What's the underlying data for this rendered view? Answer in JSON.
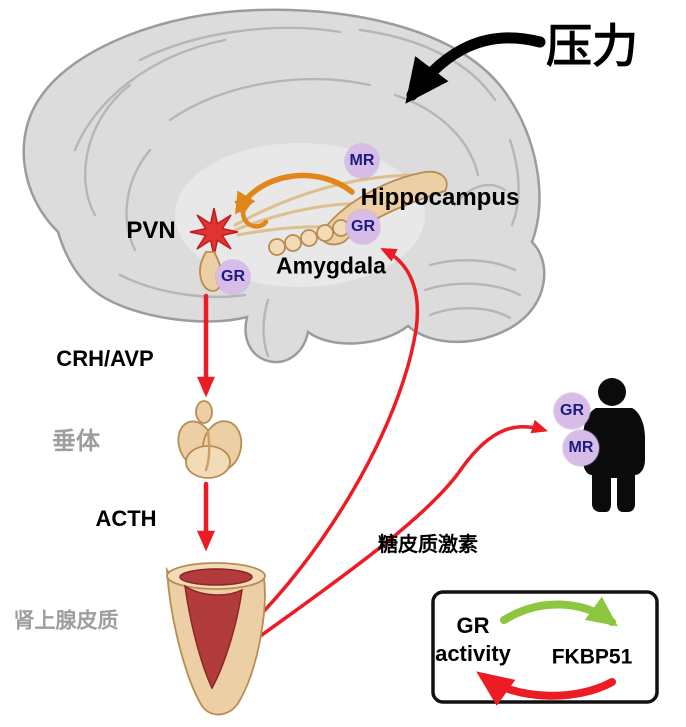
{
  "diagram": {
    "stress_label": "压力",
    "brain": {
      "pvn": "PVN",
      "hippocampus": "Hippocampus",
      "amygdala": "Amygdala",
      "mr": "MR",
      "gr_hippocampus": "GR",
      "gr_pvn": "GR"
    },
    "axis": {
      "crh_avp": "CRH/AVP",
      "pituitary": "垂体",
      "acth": "ACTH",
      "adrenal_cortex": "肾上腺皮质",
      "glucocorticoid": "糖皮质激素"
    },
    "body": {
      "gr": "GR",
      "mr": "MR"
    },
    "legend": {
      "gr": "GR",
      "activity": "activity",
      "fkbp51": "FKBP51"
    }
  },
  "colors": {
    "arrow_red": "#ed1c24",
    "arrow_orange": "#e0861a",
    "arrow_green": "#8dc63f",
    "receptor_circle": "#d8bce8",
    "receptor_text": "#1a1a80",
    "gray_label": "#9e9e9e",
    "brain_fill": "#dcdcdc"
  }
}
